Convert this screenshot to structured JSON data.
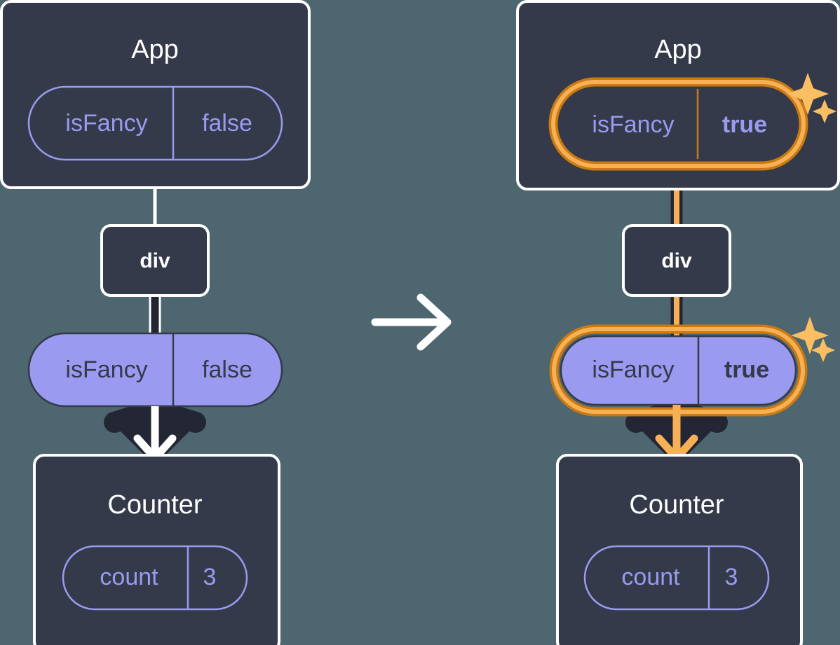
{
  "diagram": {
    "type": "react-state-propagation",
    "title": "React state update propagation diagram",
    "transition_icon": "right-arrow-icon",
    "colors": {
      "background": "#4d6670",
      "box_fill": "#343a4a",
      "box_stroke": "#ffffff",
      "pill_fill": "#9a9af0",
      "pill_stroke": "#9a9af0",
      "pill_text_dark": "#343a4a",
      "wire_dark": "#232733",
      "wire_white": "#ffffff",
      "highlight_outer": "#c97a10",
      "highlight_inner": "#f7b055",
      "sparkle": "#fbbf63"
    },
    "panels": [
      {
        "id": "before",
        "app": {
          "label": "App",
          "pill": {
            "name": "isFancy",
            "value": "false",
            "style": "outline",
            "highlighted": false,
            "bold_value": false
          }
        },
        "div": {
          "label": "div"
        },
        "prop_pill": {
          "name": "isFancy",
          "value": "false",
          "style": "filled",
          "highlighted": false,
          "bold_value": false
        },
        "counter": {
          "label": "Counter",
          "pill": {
            "name": "count",
            "value": "3",
            "style": "outline",
            "highlighted": false,
            "bold_value": false
          }
        },
        "arrow_color": "#ffffff",
        "sparkles": false
      },
      {
        "id": "after",
        "app": {
          "label": "App",
          "pill": {
            "name": "isFancy",
            "value": "true",
            "style": "outline",
            "highlighted": true,
            "bold_value": true
          }
        },
        "div": {
          "label": "div"
        },
        "prop_pill": {
          "name": "isFancy",
          "value": "true",
          "style": "filled",
          "highlighted": true,
          "bold_value": true
        },
        "counter": {
          "label": "Counter",
          "pill": {
            "name": "count",
            "value": "3",
            "style": "outline",
            "highlighted": false,
            "bold_value": false
          }
        },
        "arrow_color": "#fbbf63",
        "sparkles": true
      }
    ]
  }
}
